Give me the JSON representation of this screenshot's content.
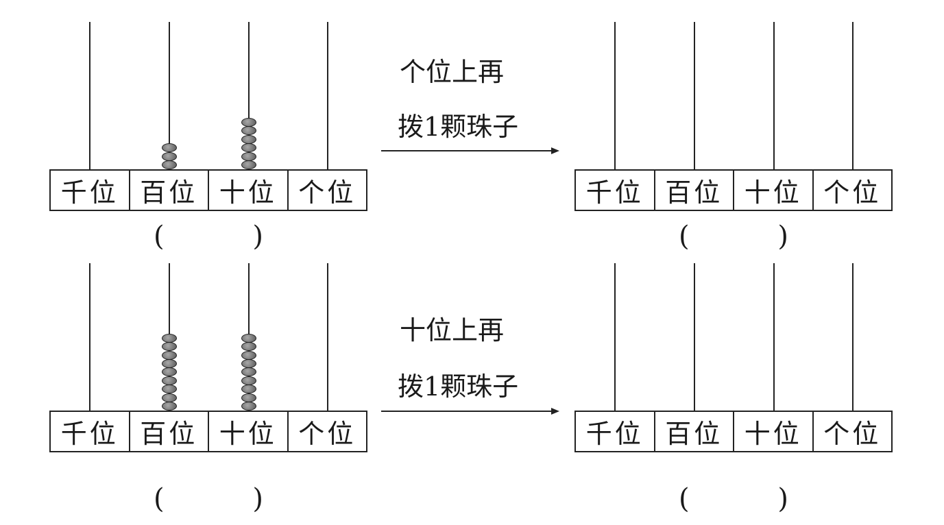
{
  "place_labels": [
    "千位",
    "百位",
    "十位",
    "个位"
  ],
  "rows": [
    {
      "before": {
        "beads": [
          0,
          3,
          6,
          0
        ]
      },
      "instruction_line1": "个位上再",
      "instruction_line2": "拨1颗珠子",
      "after": {
        "beads": [
          0,
          0,
          0,
          0
        ]
      },
      "answer_left": {
        "open": "(",
        "close": ")"
      },
      "answer_right": {
        "open": "(",
        "close": ")"
      }
    },
    {
      "before": {
        "beads": [
          0,
          9,
          9,
          0
        ]
      },
      "instruction_line1": "十位上再",
      "instruction_line2": "拨1颗珠子",
      "after": {
        "beads": [
          0,
          0,
          0,
          0
        ]
      },
      "answer_left": {
        "open": "(",
        "close": ")"
      },
      "answer_right": {
        "open": "(",
        "close": ")"
      }
    }
  ],
  "colors": {
    "ink": "#222222",
    "bead": "#7c7c7c"
  }
}
